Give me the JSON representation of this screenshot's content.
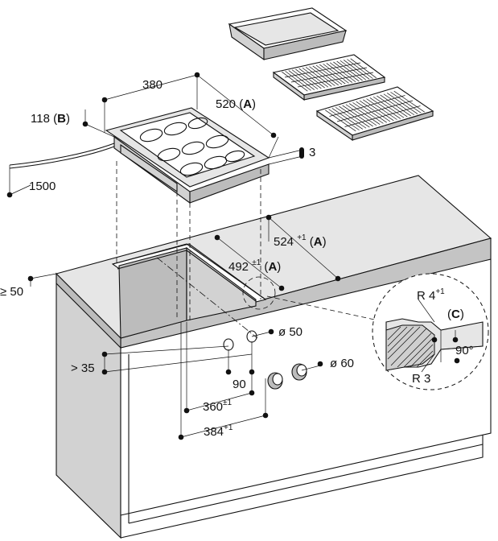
{
  "dimensions": {
    "width_380": "380",
    "depth_520": "520",
    "depth_520_ref": "A",
    "height_118": "118",
    "height_118_ref": "B",
    "cable_1500": "1500",
    "rim_3": "3",
    "cutout_524": "524",
    "cutout_524_tol": "+1",
    "cutout_524_ref": "A",
    "cutout_492": "492",
    "cutout_492_tol": "±1",
    "cutout_492_ref": "A",
    "edge_50": "≥ 50",
    "below_35": "> 35",
    "hole_50": "ø 50",
    "hole_60": "ø 60",
    "offset_90": "90",
    "width_360": "360",
    "width_360_tol": "±1",
    "width_384": "384",
    "width_384_tol": "+1"
  },
  "detail": {
    "radius_4": "R 4",
    "radius_4_tol": "+1",
    "radius_3": "R 3",
    "ref": "C",
    "angle": "90°"
  }
}
